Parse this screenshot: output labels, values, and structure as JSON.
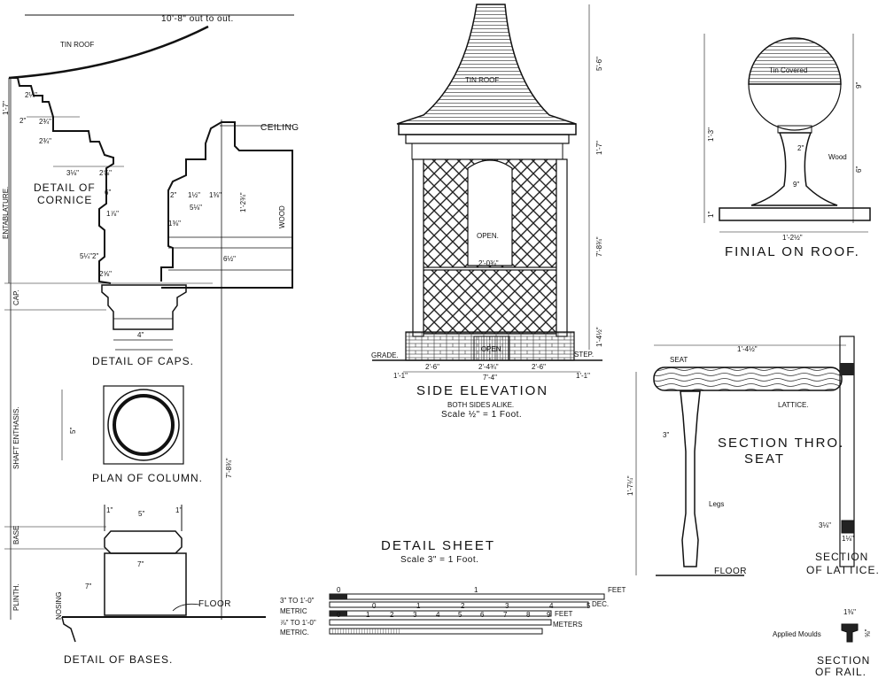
{
  "cornice": {
    "overall_dim": "10'-8\" out to out.",
    "tin_roof": "TIN ROOF",
    "title_line1": "DETAIL OF",
    "title_line2": "CORNICE",
    "dims": [
      "2¼\"",
      "2\"",
      "2¾\"",
      "2¾\"",
      "3⅛\"",
      "2⅝\"",
      "6\"",
      "1⅞\"",
      "5¼\"",
      "2\"",
      "2⅝\""
    ]
  },
  "left_axis": {
    "entablature": "ENTABLATURE.",
    "entablature_dim": "1'-7\"",
    "cap": "CAP.",
    "shaft": "SHAFT ENTHASIS.",
    "base": "BASE",
    "plinth": "PLINTH."
  },
  "caps": {
    "title": "DETAIL OF CAPS.",
    "dim": "4\"",
    "ceiling": "CEILING",
    "wood": "WOOD",
    "dims": [
      "2\"",
      "1½\"",
      "1⅜\"",
      "5⅛\"",
      "1⅜\"",
      "6½\"",
      "1'-2¾\""
    ]
  },
  "column_plan": {
    "title": "PLAN OF COLUMN.",
    "dim": "5\""
  },
  "bases": {
    "title": "DETAIL OF BASES.",
    "nosing": "NOSING",
    "floor": "FLOOR",
    "dims": [
      "1\"",
      "5\"",
      "1\"",
      "7\"",
      "7\""
    ],
    "height": "7'-8¾\""
  },
  "side_elevation": {
    "tin_roof": "TIN ROOF",
    "open_label": "OPEN.",
    "open_bottom": "OPEN",
    "grade": "GRADE.",
    "step": "STEP.",
    "title": "SIDE ELEVATION",
    "subtitle": "BOTH SIDES ALIKE.",
    "scale": "Scale ½\" = 1 Foot.",
    "dims": [
      "5'-6\"",
      "1'-7\"",
      "7'-8¾\"",
      "1'-4½\"",
      "2'-6\"",
      "2'-4¾\"",
      "2'-6\"",
      "7'-4\"",
      "2'-0¾\"",
      "1'-1\"",
      "1'-1\""
    ]
  },
  "finial": {
    "tin_covered": "Tin Covered",
    "wood": "Wood",
    "title": "FINIAL ON ROOF.",
    "dims": [
      "1'-3\"",
      "9\"",
      "6\"",
      "1\"",
      "2\"",
      "9\"",
      "1'-2½\""
    ]
  },
  "seat": {
    "overall": "1'-4½\"",
    "seat_label": "SEAT",
    "lattice": "LATTICE.",
    "title_line1": "SECTION THRO.",
    "title_line2": "SEAT",
    "legs": "Legs",
    "floor": "FLOOR",
    "dims": [
      "3\"",
      "1'-7¼\""
    ]
  },
  "detail_sheet": {
    "title": "DETAIL SHEET",
    "scale": "Scale 3\" = 1 Foot."
  },
  "scales": {
    "row1": "3\" TO 1'-0\"",
    "row2": "METRIC",
    "row3": "⅞\" TO 1'-0\"",
    "row4": "METRIC.",
    "feet": "FEET",
    "dec": "DEC.",
    "meters": "METERS",
    "ticks_top": [
      "0",
      "1"
    ],
    "ticks_mid": [
      "0",
      "1",
      "2",
      "3",
      "4",
      "5"
    ],
    "ticks_low": [
      "0",
      "1",
      "2",
      "3",
      "4",
      "5",
      "6",
      "7",
      "8",
      "9"
    ]
  },
  "lattice": {
    "title_line1": "SECTION",
    "title_line2": "OF LATTICE.",
    "dims": [
      "3⅛\"",
      "1⅛\""
    ]
  },
  "rail": {
    "applied": "Applied Moulds",
    "title_line1": "SECTION",
    "title_line2": "OF RAIL.",
    "dims": [
      "1⅜\"",
      "⅝\""
    ]
  }
}
